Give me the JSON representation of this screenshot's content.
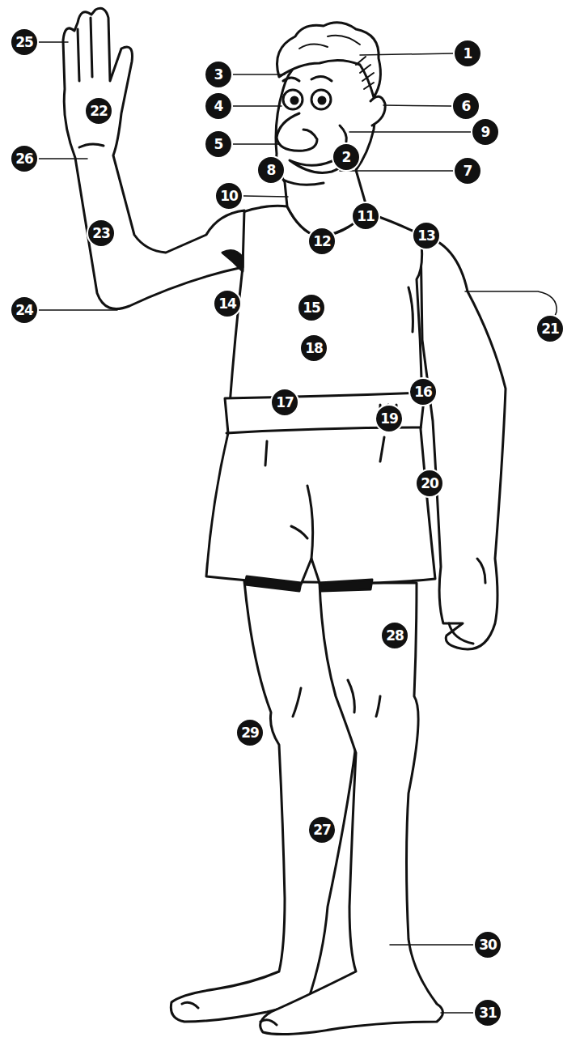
{
  "diagram": {
    "labels": [
      "1",
      "2",
      "3",
      "4",
      "5",
      "6",
      "7",
      "8",
      "9",
      "10",
      "11",
      "12",
      "13",
      "14",
      "15",
      "16",
      "17",
      "18",
      "19",
      "20",
      "21",
      "22",
      "23",
      "24",
      "25",
      "26",
      "27",
      "28",
      "29",
      "30",
      "31"
    ]
  }
}
